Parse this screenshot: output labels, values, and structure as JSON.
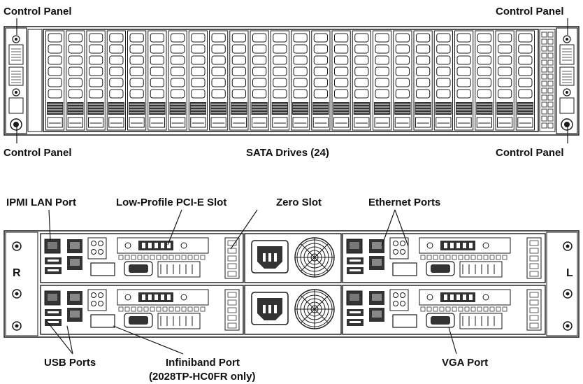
{
  "labels": {
    "front_control_top_left": "Control Panel",
    "front_control_top_right": "Control Panel",
    "front_control_bottom_left": "Control Panel",
    "front_control_bottom_right": "Control Panel",
    "sata_drives": "SATA Drives (24)",
    "ipmi_lan_port": "IPMI LAN Port",
    "low_profile_slot": "Low-Profile PCI-E Slot",
    "zero_slot": "Zero Slot",
    "ethernet_ports": "Ethernet Ports",
    "usb_ports": "USB Ports",
    "infiniband_port": "Infiniband Port",
    "infiniband_note": "(2028TP-HC0FR only)",
    "vga_port": "VGA Port",
    "side_r": "R",
    "side_l": "L"
  },
  "front": {
    "drive_bay_count": 24
  },
  "colors": {
    "line": "#1a1a1a",
    "fill_dark": "#333333",
    "fill_light": "#ffffff",
    "gray": "#bdbdbd"
  }
}
